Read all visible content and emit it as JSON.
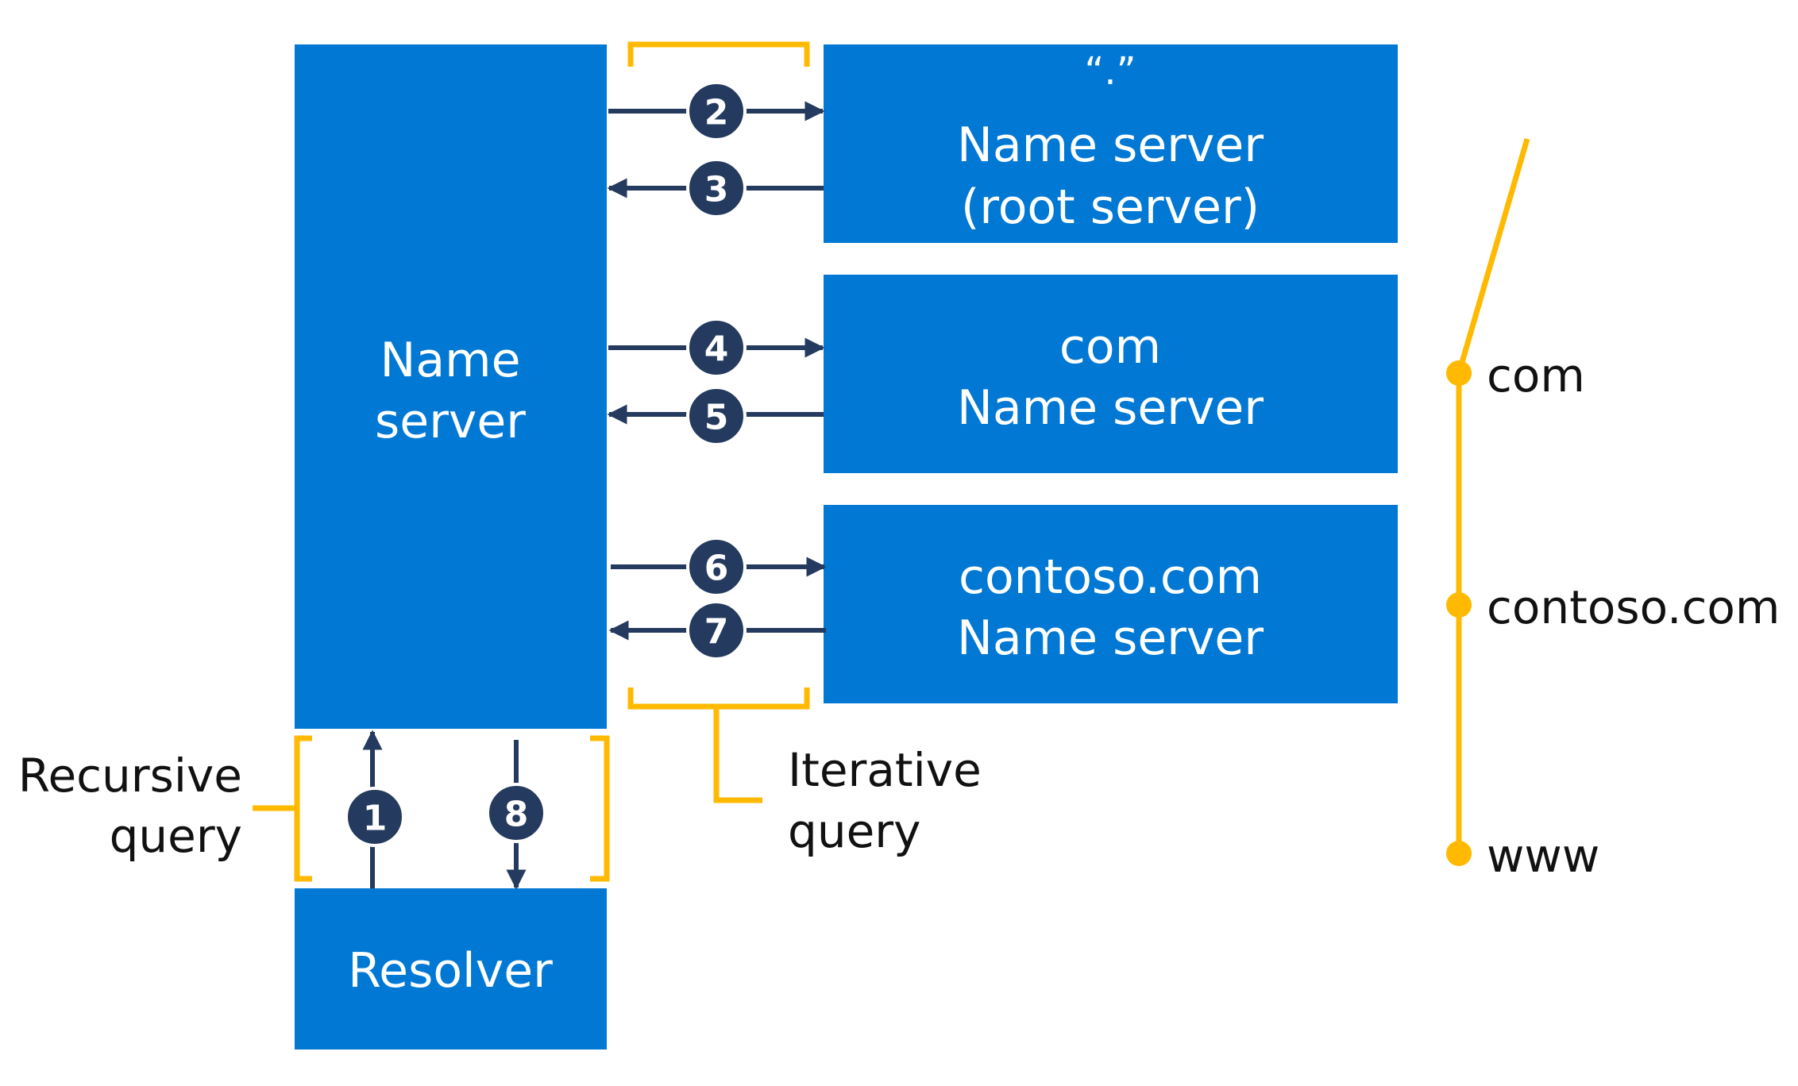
{
  "colors": {
    "box_fill": "#0078d4",
    "arrow": "#243a5e",
    "badge": "#243a5e",
    "bracket": "#ffb900",
    "label_text": "#111111",
    "box_text": "#ffffff"
  },
  "boxes": {
    "name_server": {
      "line1": "Name",
      "line2": "server"
    },
    "resolver": {
      "label": "Resolver"
    },
    "root_server": {
      "line1": "“.”",
      "line2": "Name server",
      "line3": "(root server)"
    },
    "com_server": {
      "line1": "com",
      "line2": "Name server"
    },
    "contoso_server": {
      "line1": "contoso.com",
      "line2": "Name server"
    }
  },
  "steps": [
    {
      "id": 1,
      "label": "1",
      "direction": "up"
    },
    {
      "id": 2,
      "label": "2",
      "direction": "right"
    },
    {
      "id": 3,
      "label": "3",
      "direction": "left"
    },
    {
      "id": 4,
      "label": "4",
      "direction": "right"
    },
    {
      "id": 5,
      "label": "5",
      "direction": "left"
    },
    {
      "id": 6,
      "label": "6",
      "direction": "right"
    },
    {
      "id": 7,
      "label": "7",
      "direction": "left"
    },
    {
      "id": 8,
      "label": "8",
      "direction": "down"
    }
  ],
  "labels": {
    "recursive_line1": "Recursive",
    "recursive_line2": "query",
    "iterative_line1": "Iterative",
    "iterative_line2": "query"
  },
  "hierarchy": {
    "nodes": [
      "com",
      "contoso.com",
      "www"
    ]
  }
}
